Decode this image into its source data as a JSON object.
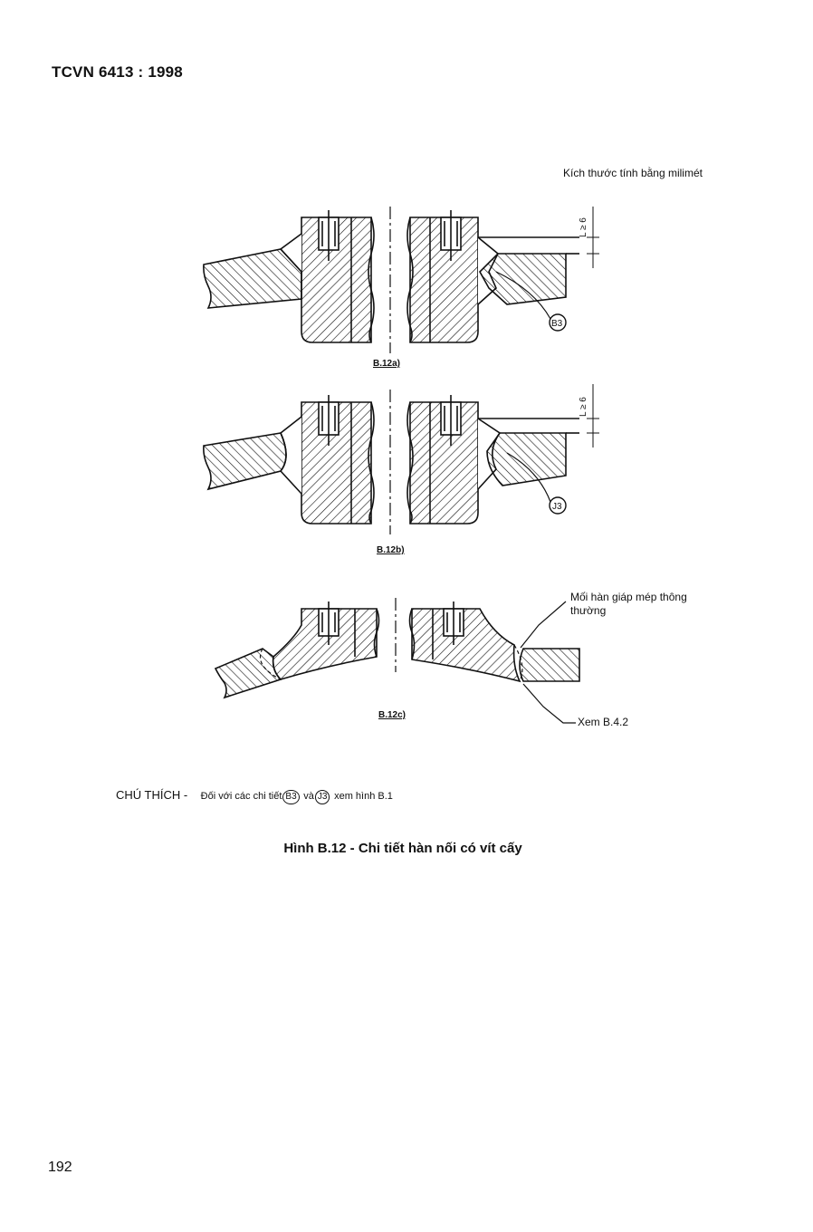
{
  "header": {
    "standard": "TCVN 6413 : 1998"
  },
  "figure": {
    "units_note": "Kích thước tính bằng milimét",
    "dimension_label": "L ≥ 6",
    "subfigures": [
      {
        "label": "B.12a)",
        "marker": "B3"
      },
      {
        "label": "B.12b)",
        "marker": "J3"
      },
      {
        "label": "B.12c)"
      }
    ],
    "callouts": {
      "butt_weld": "Mối hàn giáp mép thông thường",
      "see_ref": "Xem B.4.2"
    }
  },
  "note": {
    "prefix": "CHÚ THÍCH -",
    "text_start": "Đối với các chi tiết",
    "marker_1": "B3",
    "conj": "và",
    "marker_2": "J3",
    "text_end": "xem hình B.1"
  },
  "caption": "Hình B.12 - Chi tiết hàn nối có vít cấy",
  "page_number": "192"
}
